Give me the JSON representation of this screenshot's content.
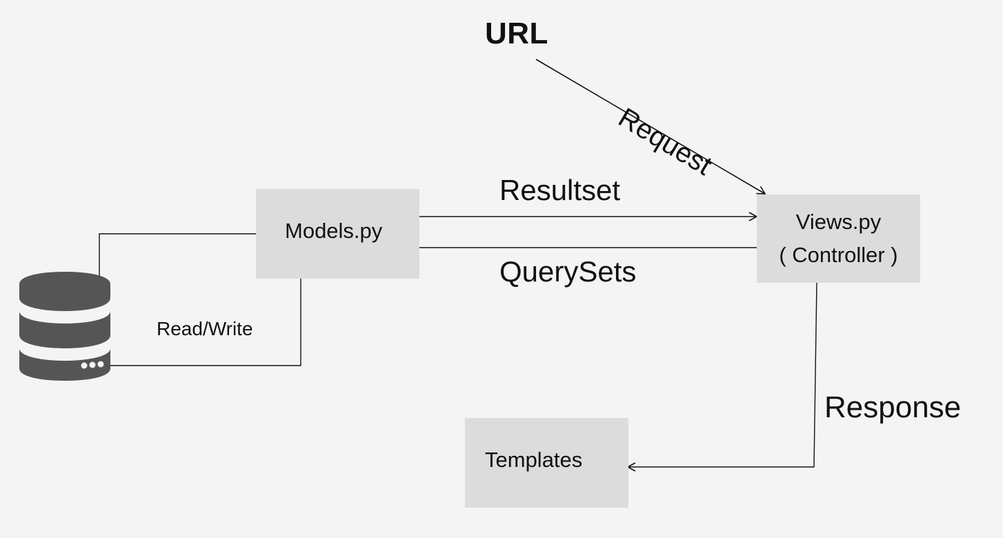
{
  "url_label": "URL",
  "request_label": "Request",
  "resultset_label": "Resultset",
  "querysets_label": "QuerySets",
  "read_write_label": "Read/Write",
  "response_label": "Response",
  "models_label": "Models.py",
  "views_label": "Views.py",
  "views_sublabel": "( Controller )",
  "templates_label": "Templates",
  "database_icon": "database-icon",
  "colors": {
    "background": "#f4f4f4",
    "box_fill": "#dcdcdc",
    "db_fill": "#555555",
    "line": "#111111"
  }
}
